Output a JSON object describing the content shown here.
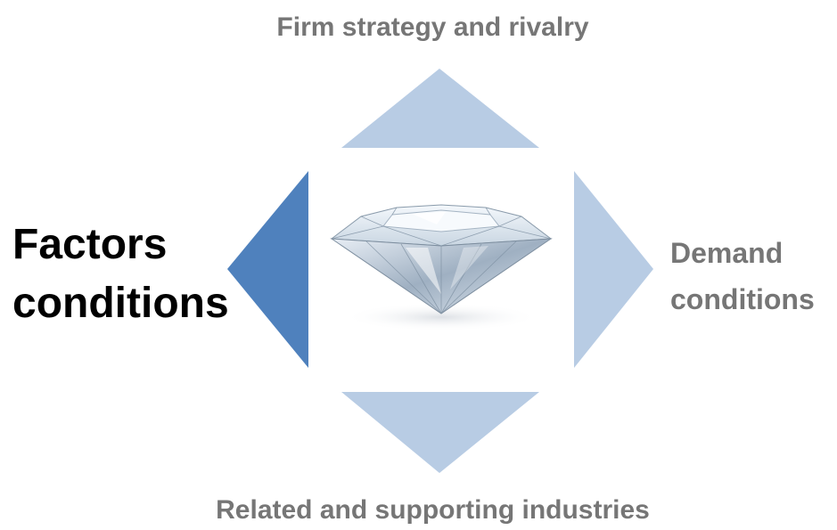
{
  "diagram": {
    "top_label": "Firm strategy and rivalry",
    "bottom_label": "Related and supporting industries",
    "right_label": [
      "Demand",
      "conditions"
    ],
    "left_label": [
      "Factors",
      "conditions"
    ]
  },
  "colors": {
    "arrow_light": "#b8cce4",
    "arrow_highlight": "#4f81bd",
    "label_gray": "#767676",
    "label_emphasis": "#000000"
  },
  "center_image": "diamond-gem"
}
